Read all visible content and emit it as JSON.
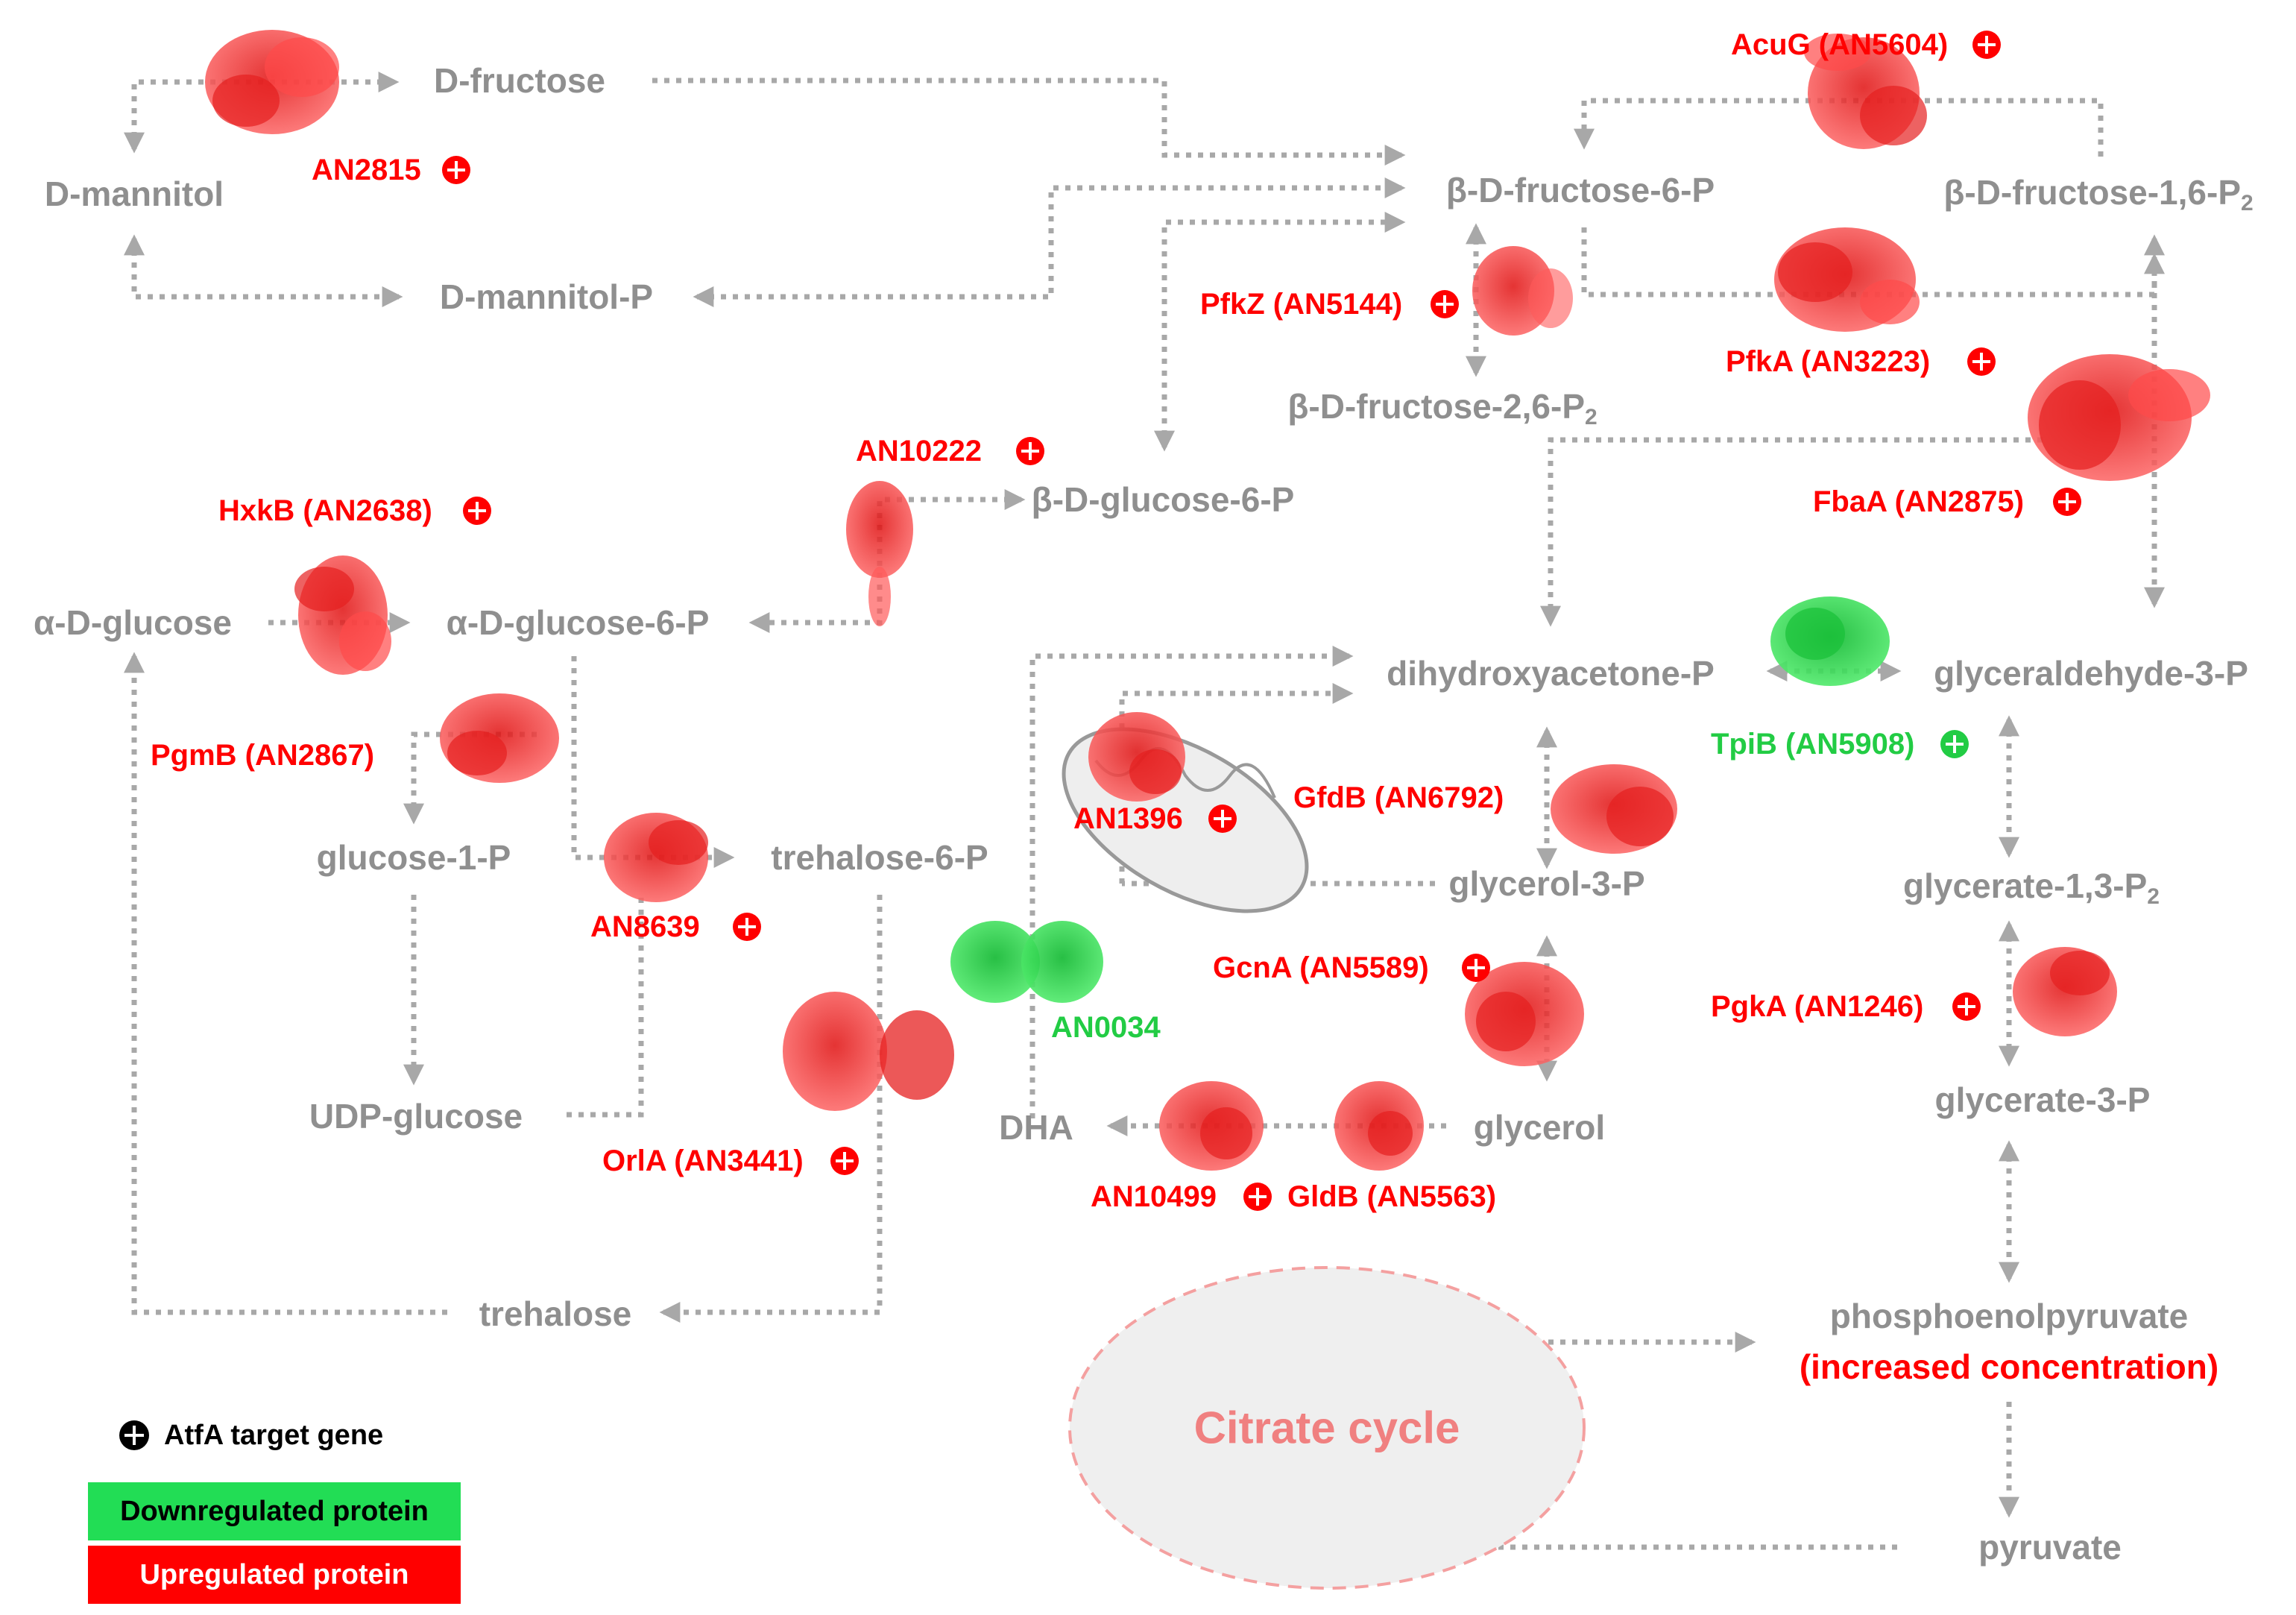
{
  "metabolites": {
    "d_fructose": "D-fructose",
    "d_mannitol": "D-mannitol",
    "d_mannitol_p": "D-mannitol-P",
    "b_fructose_6p": "β-D-fructose-6-P",
    "b_fructose_16p2": "β-D-fructose-1,6-P",
    "b_fructose_16p2_sub": "2",
    "b_fructose_26p2": "β-D-fructose-2,6-P",
    "b_fructose_26p2_sub": "2",
    "b_glucose_6p": "β-D-glucose-6-P",
    "a_glucose": "α-D-glucose",
    "a_glucose_6p": "α-D-glucose-6-P",
    "glucose_1p": "glucose-1-P",
    "trehalose_6p": "trehalose-6-P",
    "udp_glucose": "UDP-glucose",
    "trehalose": "trehalose",
    "dhap": "dihydroxyacetone-P",
    "gap": "glyceraldehyde-3-P",
    "glycerol_3p": "glycerol-3-P",
    "glycerate_13p2": "glycerate-1,3-P",
    "glycerate_13p2_sub": "2",
    "glycerate_3p": "glycerate-3-P",
    "dha": "DHA",
    "glycerol": "glycerol",
    "pep": "phosphoenolpyruvate",
    "pep_note": "(increased concentration)",
    "pyruvate": "pyruvate",
    "citrate_cycle": "Citrate cycle"
  },
  "enzymes": {
    "an2815": "AN2815",
    "acug": "AcuG (AN5604)",
    "pfkz": "PfkZ (AN5144)",
    "pfka": "PfkA (AN3223)",
    "fbaa": "FbaA (AN2875)",
    "an10222": "AN10222",
    "hxkb": "HxkB (AN2638)",
    "pgmb": "PgmB (AN2867)",
    "an8639": "AN8639",
    "tpib": "TpiB (AN5908)",
    "an1396": "AN1396",
    "gfdb": "GfdB (AN6792)",
    "gcna": "GcnA (AN5589)",
    "an0034": "AN0034",
    "orla": "OrlA (AN3441)",
    "pgka": "PgkA (AN1246)",
    "an10499": "AN10499",
    "gldb": "GldB (AN5563)"
  },
  "legend": {
    "target_label": "AtfA target gene",
    "down_label": "Downregulated protein",
    "up_label": "Upregulated protein"
  },
  "colors": {
    "upregulated": "#ff0000",
    "downregulated": "#22cc44",
    "metabolite": "#8f8f8f",
    "pathway_line": "#a8a8a8"
  }
}
